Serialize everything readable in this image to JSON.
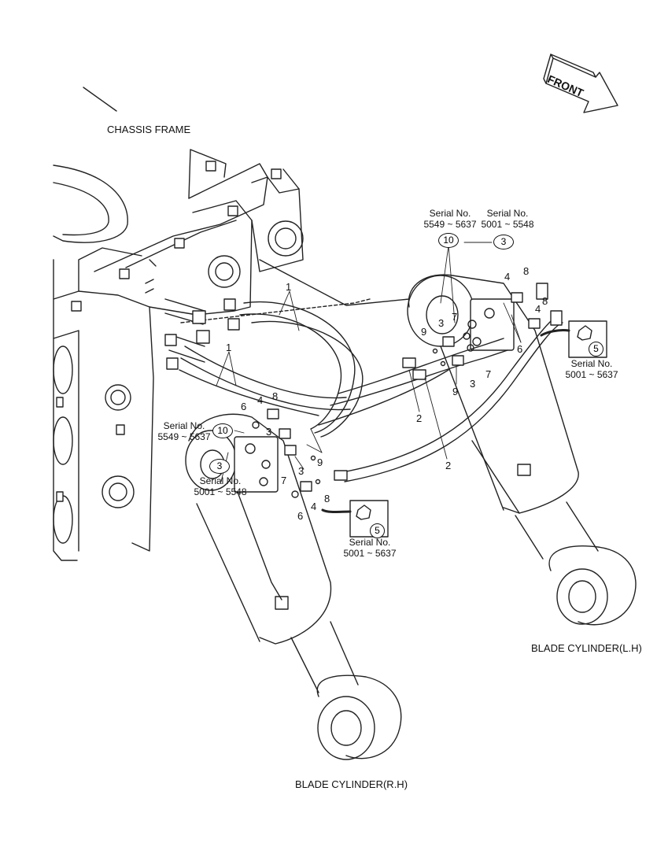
{
  "titles": {
    "chassis_frame": "CHASSIS FRAME",
    "blade_cylinder_lh": "BLADE CYLINDER(L.H)",
    "blade_cylinder_rh": "BLADE CYLINDER(R.H)",
    "front": "FRONT"
  },
  "serial_notes": {
    "serial_label": "Serial No.",
    "range_new": "5549 ~ 5637",
    "range_old": "5001 ~ 5548",
    "range_all": "5001 ~ 5637"
  },
  "callouts": {
    "part_1": "1",
    "part_2": "2",
    "part_3": "3",
    "part_4": "4",
    "part_5": "5",
    "part_6": "6",
    "part_7": "7",
    "part_8": "8",
    "part_9": "9",
    "part_10": "10"
  }
}
